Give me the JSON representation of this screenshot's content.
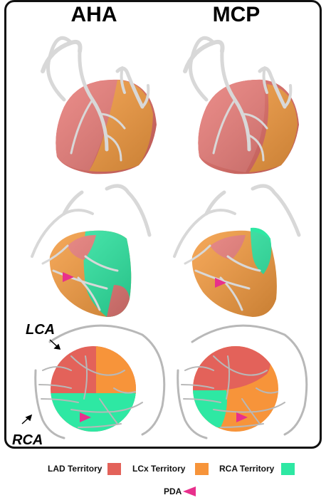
{
  "titles": {
    "left": "AHA",
    "right": "MCP"
  },
  "labels": {
    "lca": "LCA",
    "rca": "RCA"
  },
  "legend": {
    "lad": "LAD Territory",
    "lcx": "LCx Territory",
    "rca": "RCA Territory",
    "pda": "PDA"
  },
  "colors": {
    "lad": "#e3625a",
    "lcx": "#f7943a",
    "rca": "#2ee8a3",
    "pda": "#e8308c",
    "vessel": "#d9d9d9"
  }
}
